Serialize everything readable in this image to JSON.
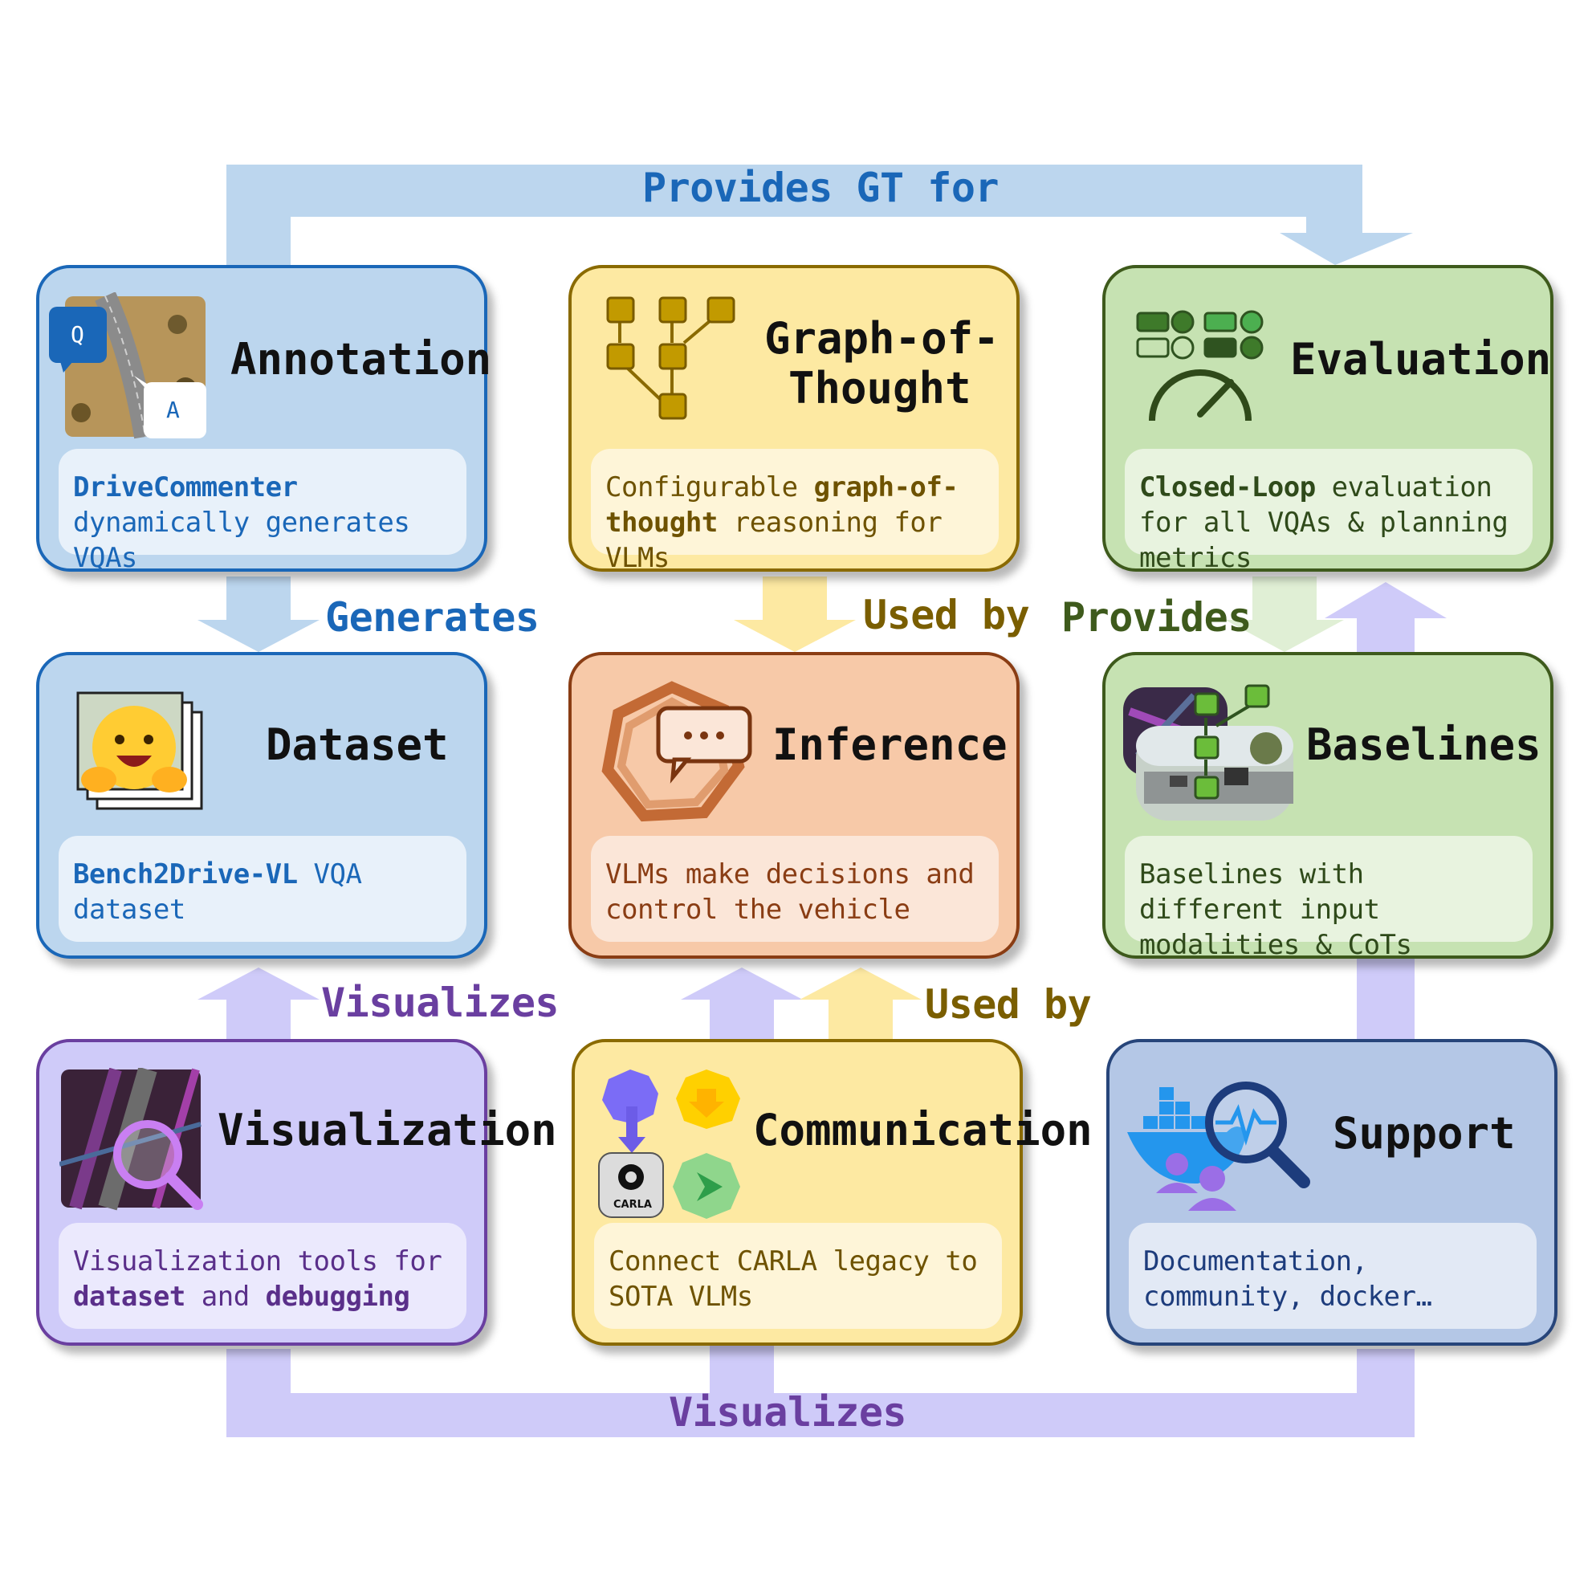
{
  "colors": {
    "blue": "#1a67b8",
    "blue_fill": "#bcd6ee",
    "blue_desc": "#e8f1fa",
    "yellow": "#8a6a00",
    "yellow_fill": "#fde9a2",
    "yellow_desc": "#fef5d8",
    "green": "#3e5a1c",
    "green_fill": "#c6e2b2",
    "green_desc": "#e8f3df",
    "orange": "#8a3d14",
    "orange_fill": "#f7c9a8",
    "orange_desc": "#fbe6d8",
    "purple": "#6a3fa0",
    "purple_fill": "#cfcbf9",
    "purple_desc": "#ebe9fd",
    "navy": "#27457a",
    "navy_fill": "#b4c7e6",
    "navy_desc": "#e2e9f5"
  },
  "cards": {
    "annotation": {
      "title": "Annotation",
      "icon": "qa-aerial-image-icon",
      "desc_bold": "DriveCommenter",
      "desc_rest": " dynamically generates VQAs",
      "q_label": "Q",
      "a_label": "A"
    },
    "got": {
      "title_line1": "Graph-of-",
      "title_line2": "Thought",
      "icon": "graph-nodes-icon",
      "desc_pre": "Configurable ",
      "desc_bold": "graph-of-thought",
      "desc_rest": " reasoning for VLMs"
    },
    "evaluation": {
      "title": "Evaluation",
      "icon": "gauge-faces-icon",
      "desc_bold": "Closed-Loop",
      "desc_rest": " evaluation for all VQAs & planning metrics"
    },
    "dataset": {
      "title": "Dataset",
      "icon": "hugging-face-icon",
      "desc_bold": "Bench2Drive-VL",
      "desc_rest": " VQA dataset"
    },
    "inference": {
      "title": "Inference",
      "icon": "chat-bubble-icon",
      "desc": "VLMs make decisions and control the vehicle"
    },
    "baselines": {
      "title": "Baselines",
      "icon": "driving-scene-graph-icon",
      "desc": "Baselines with different input modalities & CoTs"
    },
    "visualization": {
      "title": "Visualization",
      "icon": "magnifier-map-icon",
      "desc_pre": "Visualization tools for ",
      "desc_bold1": "dataset",
      "desc_mid": " and ",
      "desc_bold2": "debugging"
    },
    "communication": {
      "title": "Communication",
      "icon": "carla-logos-icon",
      "desc": "Connect CARLA legacy to SOTA VLMs",
      "carla_label": "CARLA"
    },
    "support": {
      "title": "Support",
      "icon": "docker-community-icon",
      "desc": "Documentation, community, docker…"
    }
  },
  "arrows": {
    "provides_gt_for": "Provides GT for",
    "generates": "Generates",
    "used_by_got": "Used by",
    "provides": "Provides",
    "visualizes_dataset": "Visualizes",
    "used_by_comm": "Used by",
    "visualizes_bottom": "Visualizes"
  }
}
